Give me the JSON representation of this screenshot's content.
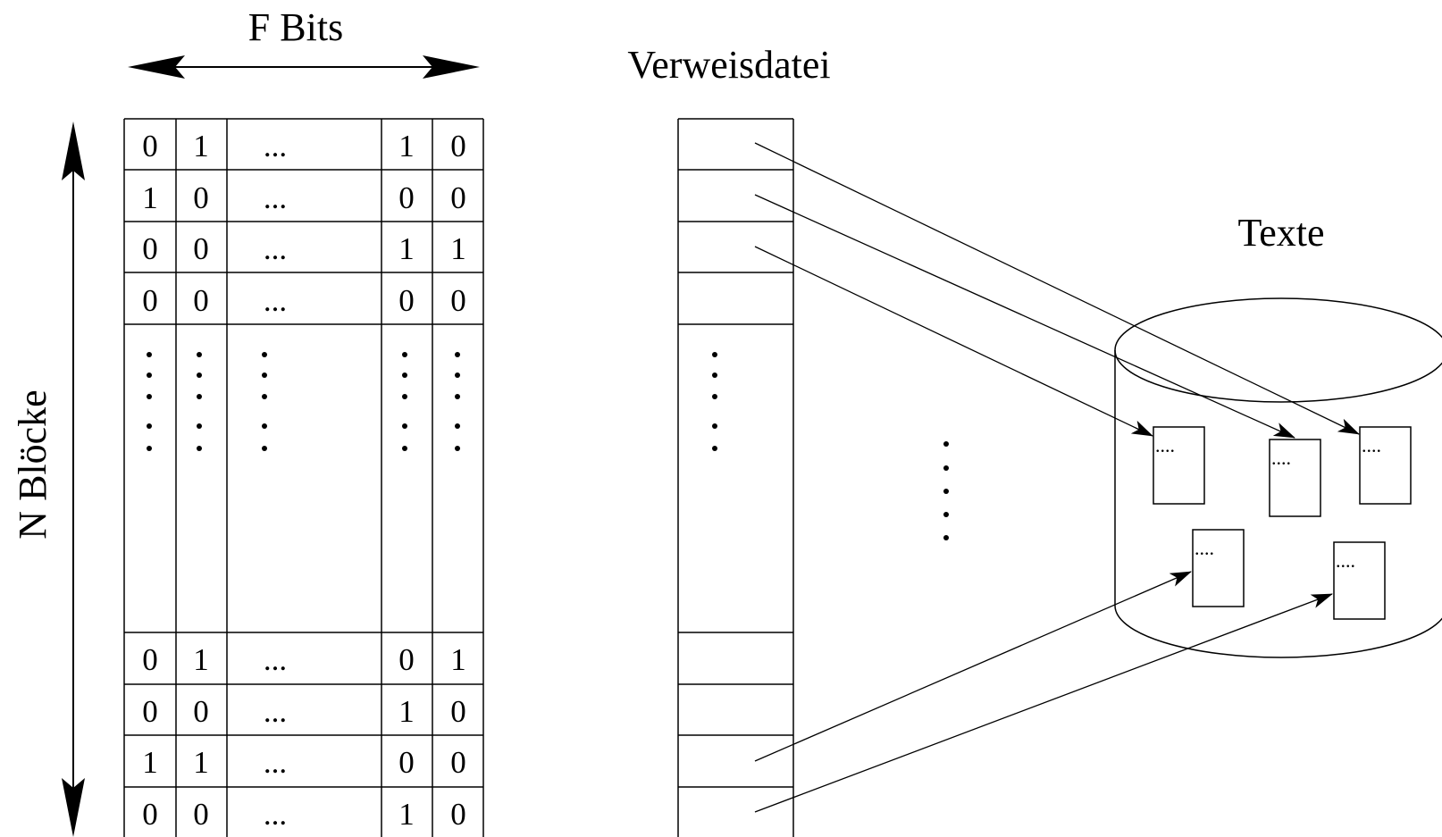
{
  "labels": {
    "f_bits": "F Bits",
    "n_bloecke": "N Blöcke",
    "verweisdatei": "Verweisdatei",
    "texte": "Texte"
  },
  "signature_table": {
    "top_rows": [
      [
        "0",
        "1",
        "...",
        "1",
        "0"
      ],
      [
        "1",
        "0",
        "...",
        "0",
        "0"
      ],
      [
        "0",
        "0",
        "...",
        "1",
        "1"
      ],
      [
        "0",
        "0",
        "...",
        "0",
        "0"
      ]
    ],
    "bottom_rows": [
      [
        "0",
        "1",
        "...",
        "0",
        "1"
      ],
      [
        "0",
        "0",
        "...",
        "1",
        "0"
      ],
      [
        "1",
        "1",
        "...",
        "0",
        "0"
      ],
      [
        "0",
        "0",
        "...",
        "1",
        "0"
      ]
    ]
  },
  "text_documents": {
    "content": [
      "....",
      "....",
      "....",
      "....",
      "...."
    ]
  }
}
